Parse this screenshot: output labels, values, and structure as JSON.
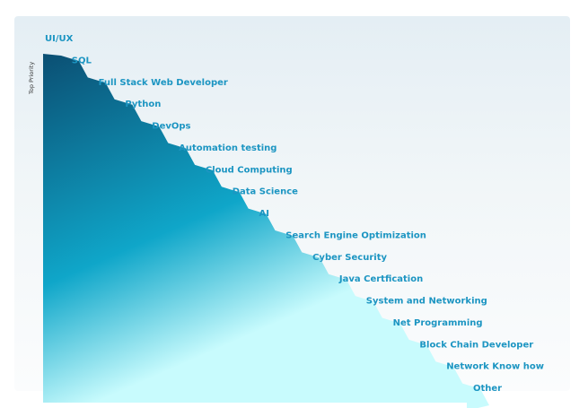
{
  "chart_data": {
    "type": "area",
    "ylabel": "Top Priority",
    "categories": [
      "UI/UX",
      "SQL",
      "Full Stack Web Developer",
      "Python",
      "DevOps",
      "Automation testing",
      "Cloud Computing",
      "Data Science",
      "AI",
      "Search Engine Optimization",
      "Cyber Security",
      "Java Certfication",
      "System and Networking",
      "Net Programming",
      "Block Chain Developer",
      "Network Know how",
      "Other"
    ],
    "values": [
      17,
      16,
      15,
      14,
      13,
      12,
      11,
      10,
      9,
      8,
      7,
      6,
      5,
      4,
      3,
      2,
      1
    ],
    "colors": {
      "label": "#1c95c2",
      "fill_top": "#0b4f73",
      "fill_mid": "#0fa6c9",
      "fill_bottom": "#c8fbfd",
      "axis_text": "#333333"
    }
  }
}
